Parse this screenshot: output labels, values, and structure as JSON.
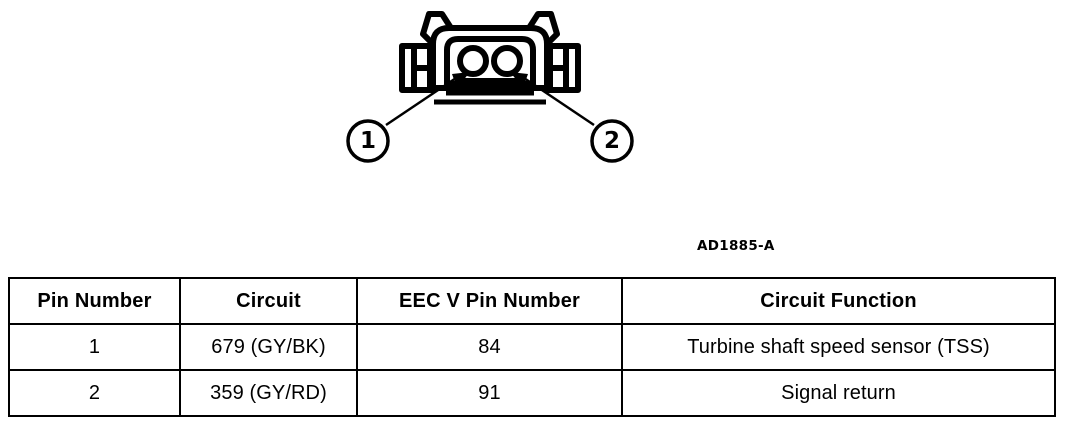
{
  "figure": {
    "reference_code": "AD1885-A",
    "connector": {
      "name": "two-cavity-connector",
      "cavity_count": 2,
      "callouts": [
        {
          "label": "1",
          "points_to": "left-cavity"
        },
        {
          "label": "2",
          "points_to": "right-cavity"
        }
      ]
    }
  },
  "table": {
    "name": "pin-assignment-table",
    "headers": [
      "Pin Number",
      "Circuit",
      "EEC V Pin Number",
      "Circuit Function"
    ],
    "rows": [
      {
        "pin_number": "1",
        "circuit": "679 (GY/BK)",
        "eec_v_pin_number": "84",
        "circuit_function": "Turbine shaft speed sensor (TSS)"
      },
      {
        "pin_number": "2",
        "circuit": "359 (GY/RD)",
        "eec_v_pin_number": "91",
        "circuit_function": "Signal return"
      }
    ]
  },
  "colors": {
    "ink": "#000000",
    "paper": "#ffffff"
  }
}
